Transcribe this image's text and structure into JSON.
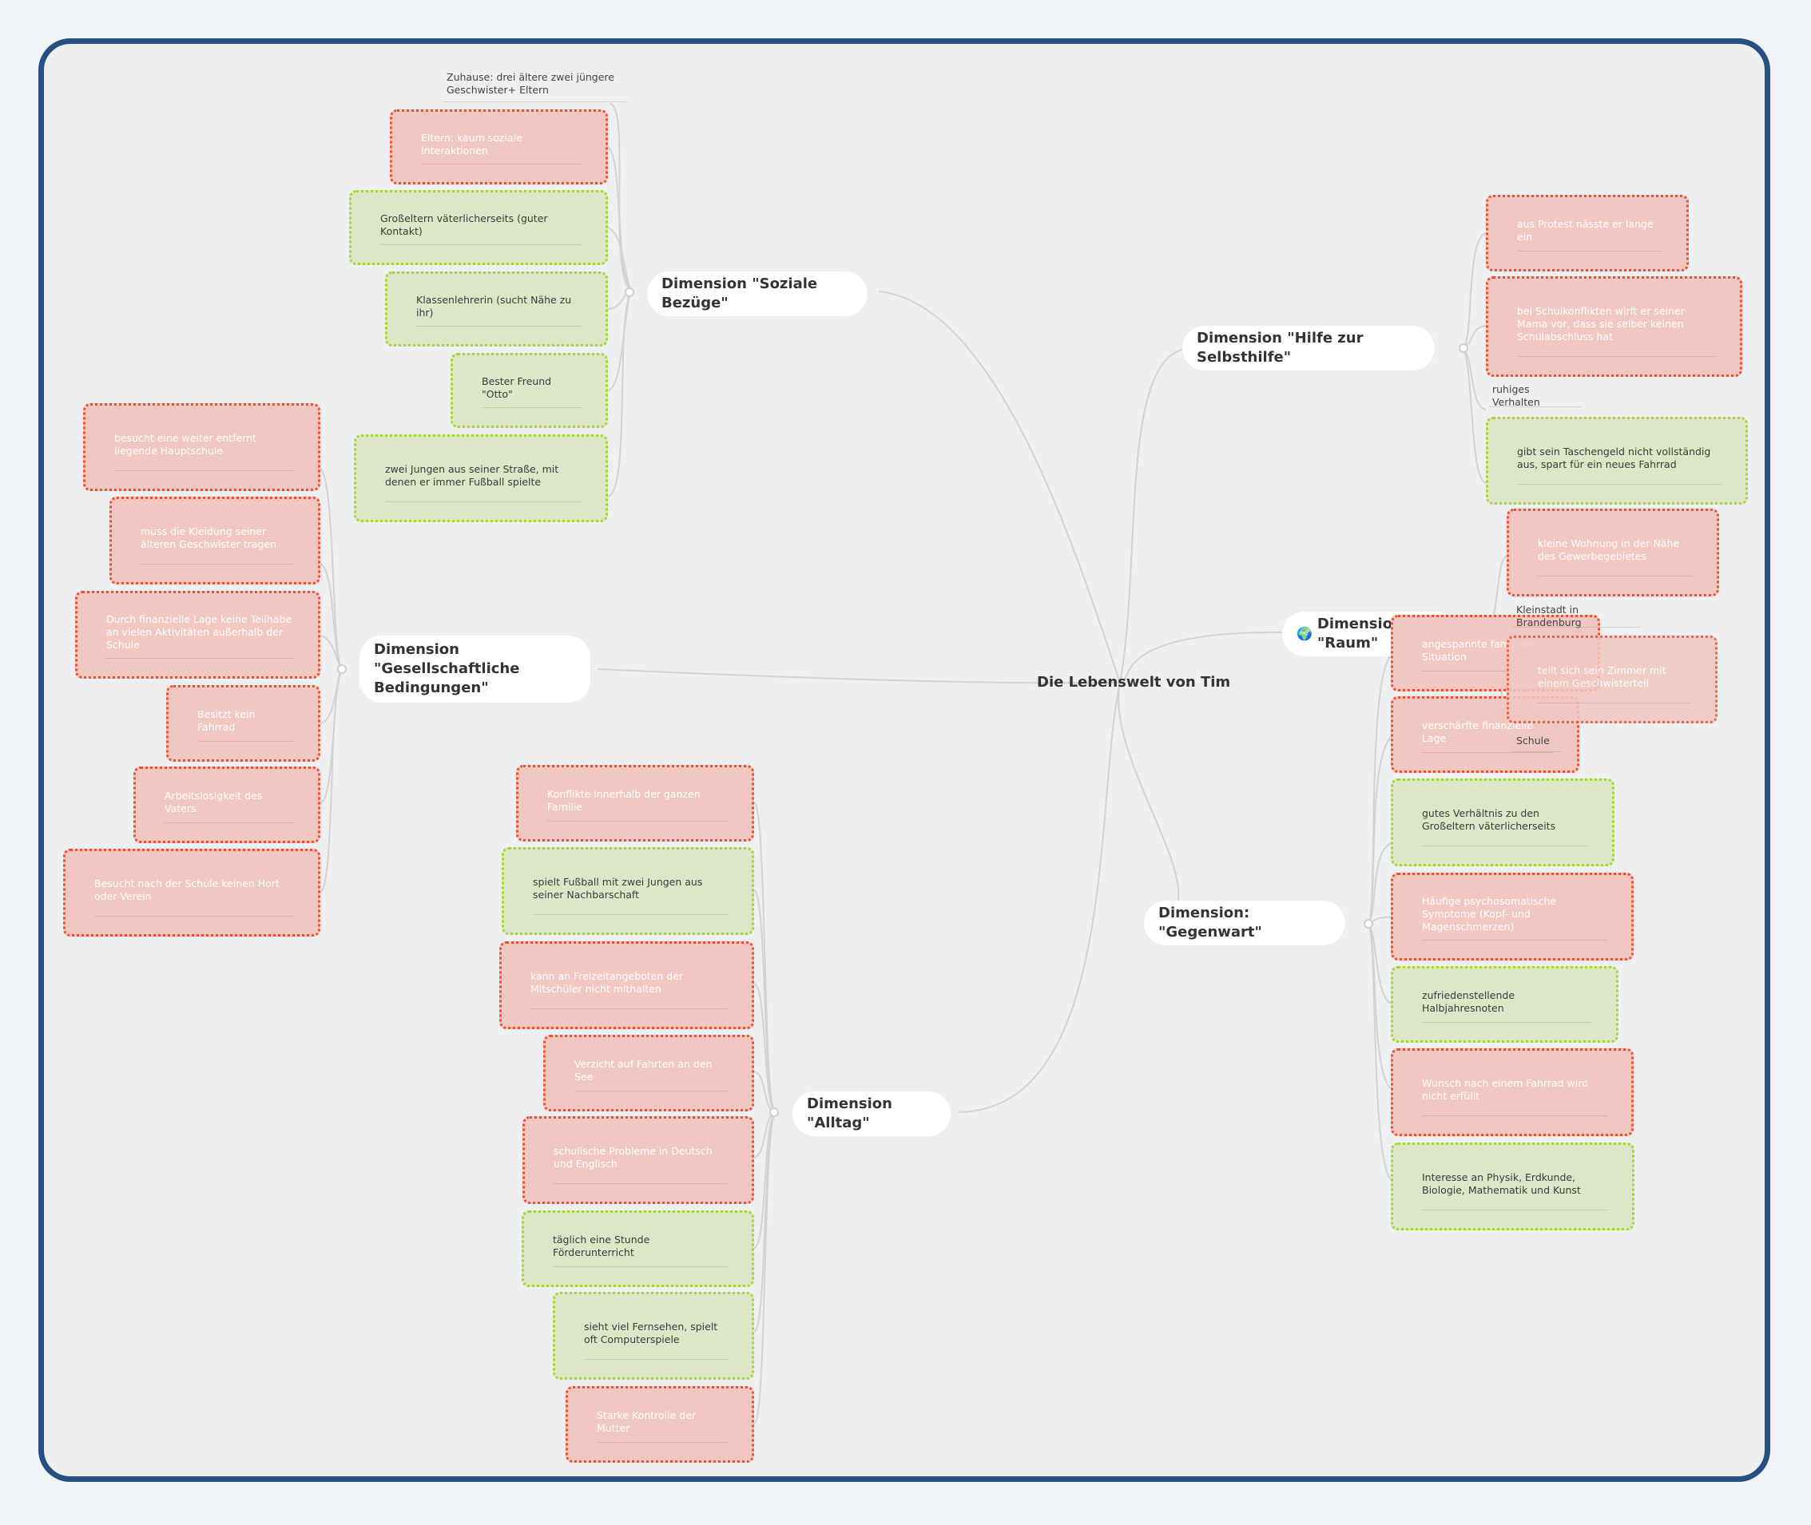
{
  "center": {
    "title": "Die Lebenswelt von Tim"
  },
  "dimensions": {
    "soziale": "Dimension \"Soziale Bezüge\"",
    "gesellschaft": "Dimension \"Gesellschaftliche Bedingungen\"",
    "alltag": "Dimension \"Alltag\"",
    "hilfe": "Dimension \"Hilfe zur Selbsthilfe\"",
    "raum": "Dimension \"Raum\"",
    "raum_icon": "🌍",
    "gegenwart": "Dimension: \"Gegenwart\""
  },
  "soziale_items": [
    "Zuhause: drei ältere zwei jüngere Geschwister+ Eltern",
    "Eltern: kaum soziale Interaktionen",
    "Großeltern väterlicherseits (guter Kontakt)",
    "Klassenlehrerin (sucht Nähe zu ihr)",
    "Bester Freund \"Otto\"",
    "zwei Jungen aus seiner Straße, mit denen er immer Fußball spielte"
  ],
  "gesellschaft_items": [
    "besucht eine weiter entfernt liegende Hauptschule",
    "muss die Kleidung seiner älteren Geschwister tragen",
    "Durch finanzielle Lage keine Teilhabe an vielen Aktivitäten außerhalb der Schule",
    "Besitzt kein Fahrrad",
    "Arbeitslosigkeit des Vaters",
    "Besucht nach der Schule keinen Hort oder Verein"
  ],
  "alltag_items": [
    "Konflikte innerhalb der ganzen Familie",
    "spielt Fußball mit zwei Jungen aus seiner Nachbarschaft",
    "kann an Freizeitangeboten der Mitschüler nicht mithalten",
    "Verzicht auf Fahrten an den See",
    "schulische Probleme in Deutsch und Englisch",
    "täglich eine Stunde Förderunterricht",
    "sieht viel Fernsehen, spielt oft Computerspiele",
    "Starke Kontrolle der Mutter"
  ],
  "hilfe_items": [
    "aus Protest nässte er lange ein",
    "bei Schulkonflikten wirft er seiner Mama vor, dass sie selber keinen Schulabschluss hat",
    "ruhiges Verhalten",
    "gibt sein Taschengeld nicht vollständig aus, spart für ein neues Fahrrad"
  ],
  "raum_items": [
    "kleine Wohnung in der Nähe des Gewerbegebietes",
    "Kleinstadt in Brandenburg",
    "teilt sich sein Zimmer mit einem Geschwisterteil",
    "Schule"
  ],
  "gegenwart_items": [
    "angespannte familiäre Situation",
    "verschärfte finanzielle Lage",
    "gutes Verhältnis zu den Großeltern väterlicherseits",
    "Häufige psychosomatische Symptome (Kopf- und Magenschmerzen)",
    "zufriedenstellende Halbjahresnoten",
    "Wunsch nach einem Fahrrad wird nicht erfüllt",
    "Interesse an Physik, Erdkunde, Biologie, Mathematik und Kunst"
  ]
}
